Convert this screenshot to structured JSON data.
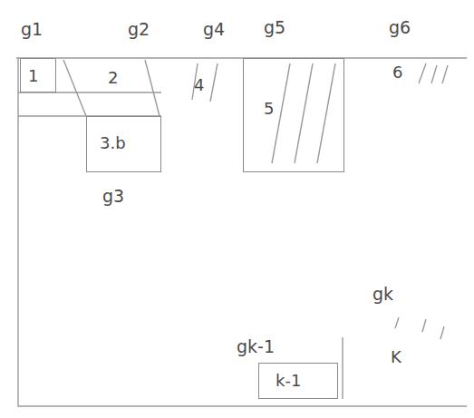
{
  "diagram": {
    "nodes": [
      {
        "text": [
          "g1",
          "1"
        ]
      },
      {
        "text": [
          "g2",
          "2"
        ]
      },
      {
        "text": [
          "3.b",
          "g3"
        ]
      },
      {
        "text": [
          "g4",
          "4"
        ]
      },
      {
        "text": [
          "g5",
          "5"
        ]
      },
      {
        "text": [
          "g6",
          "6"
        ]
      },
      {
        "text": [
          "gk-1",
          "k-1"
        ]
      },
      {
        "text": [
          "gk",
          "K"
        ]
      }
    ]
  }
}
